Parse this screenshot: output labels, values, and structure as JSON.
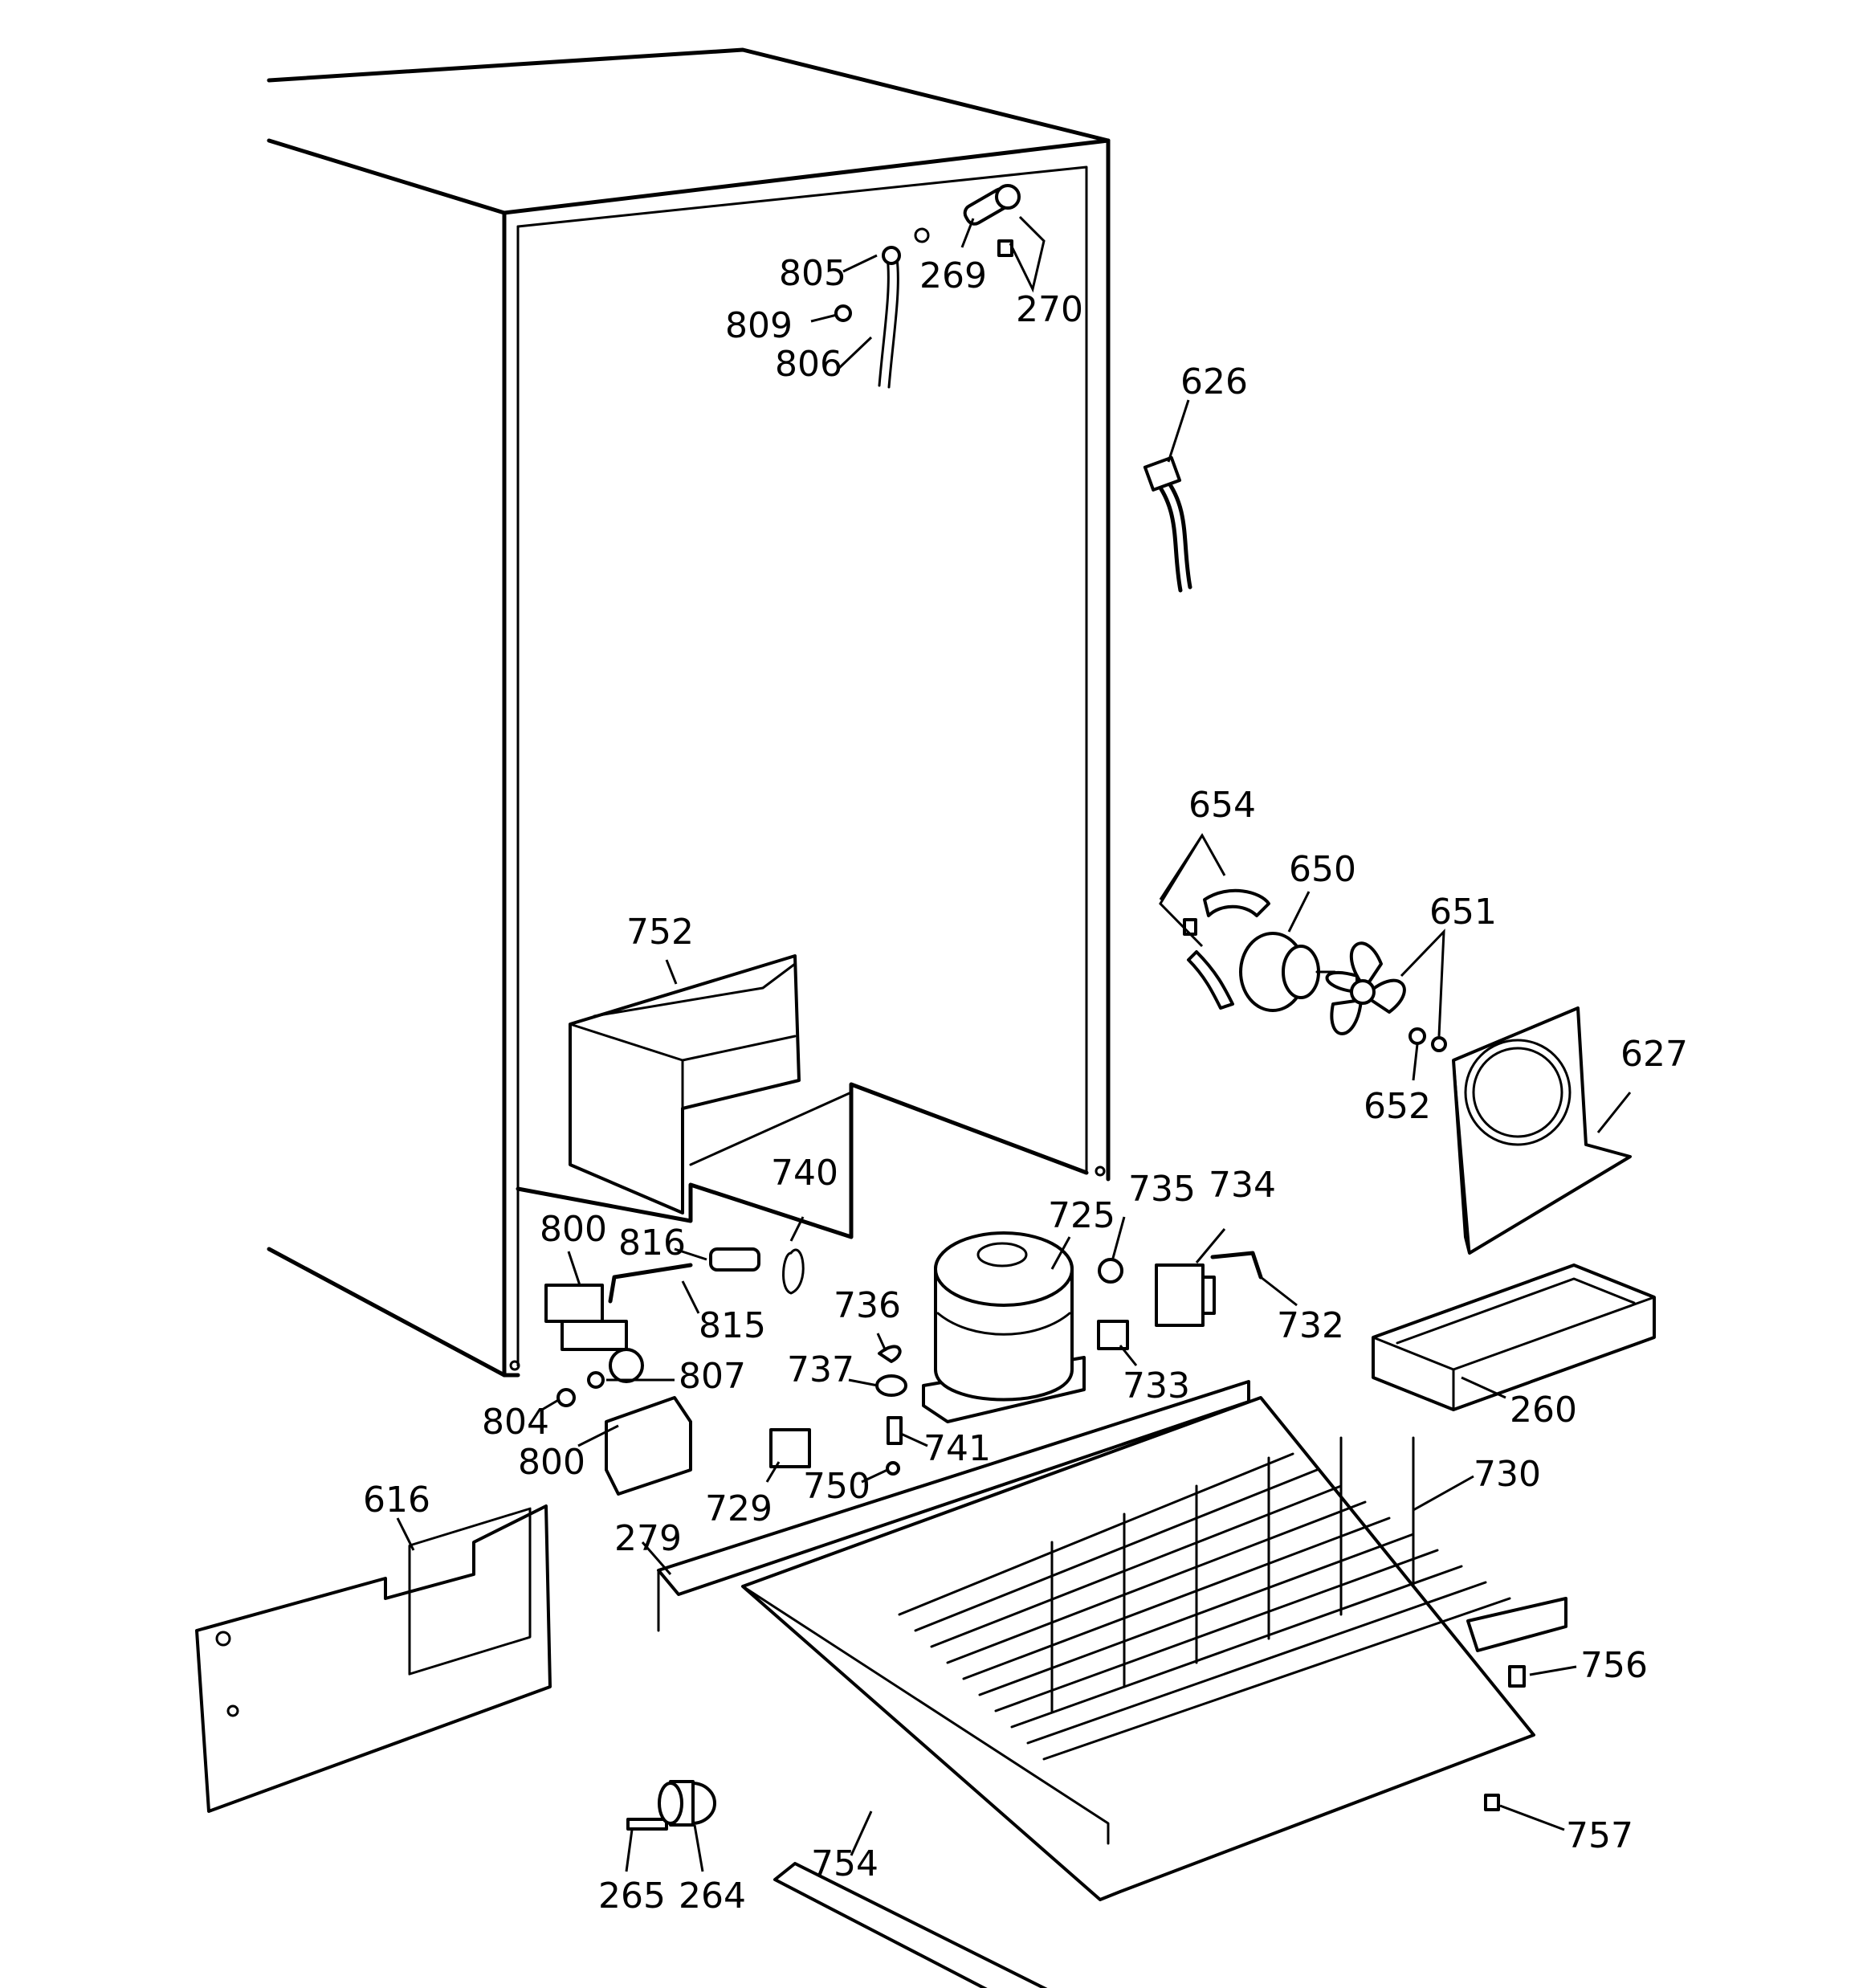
{
  "diagram": {
    "line_color": "#000000",
    "background": "#ffffff"
  },
  "labels": {
    "p805": "805",
    "p809": "809",
    "p806": "806",
    "p269": "269",
    "p270": "270",
    "p626": "626",
    "p654": "654",
    "p650": "650",
    "p651": "651",
    "p652": "652",
    "p627": "627",
    "p752": "752",
    "p740": "740",
    "p735": "735",
    "p734": "734",
    "p725": "725",
    "p800a": "800",
    "p816": "816",
    "p815": "815",
    "p736": "736",
    "p732": "732",
    "p733": "733",
    "p737": "737",
    "p807": "807",
    "p260": "260",
    "p804": "804",
    "p800b": "800",
    "p741": "741",
    "p729": "729",
    "p750": "750",
    "p730": "730",
    "p616": "616",
    "p279": "279",
    "p756": "756",
    "p757": "757",
    "p754": "754",
    "p265": "265",
    "p264": "264"
  }
}
